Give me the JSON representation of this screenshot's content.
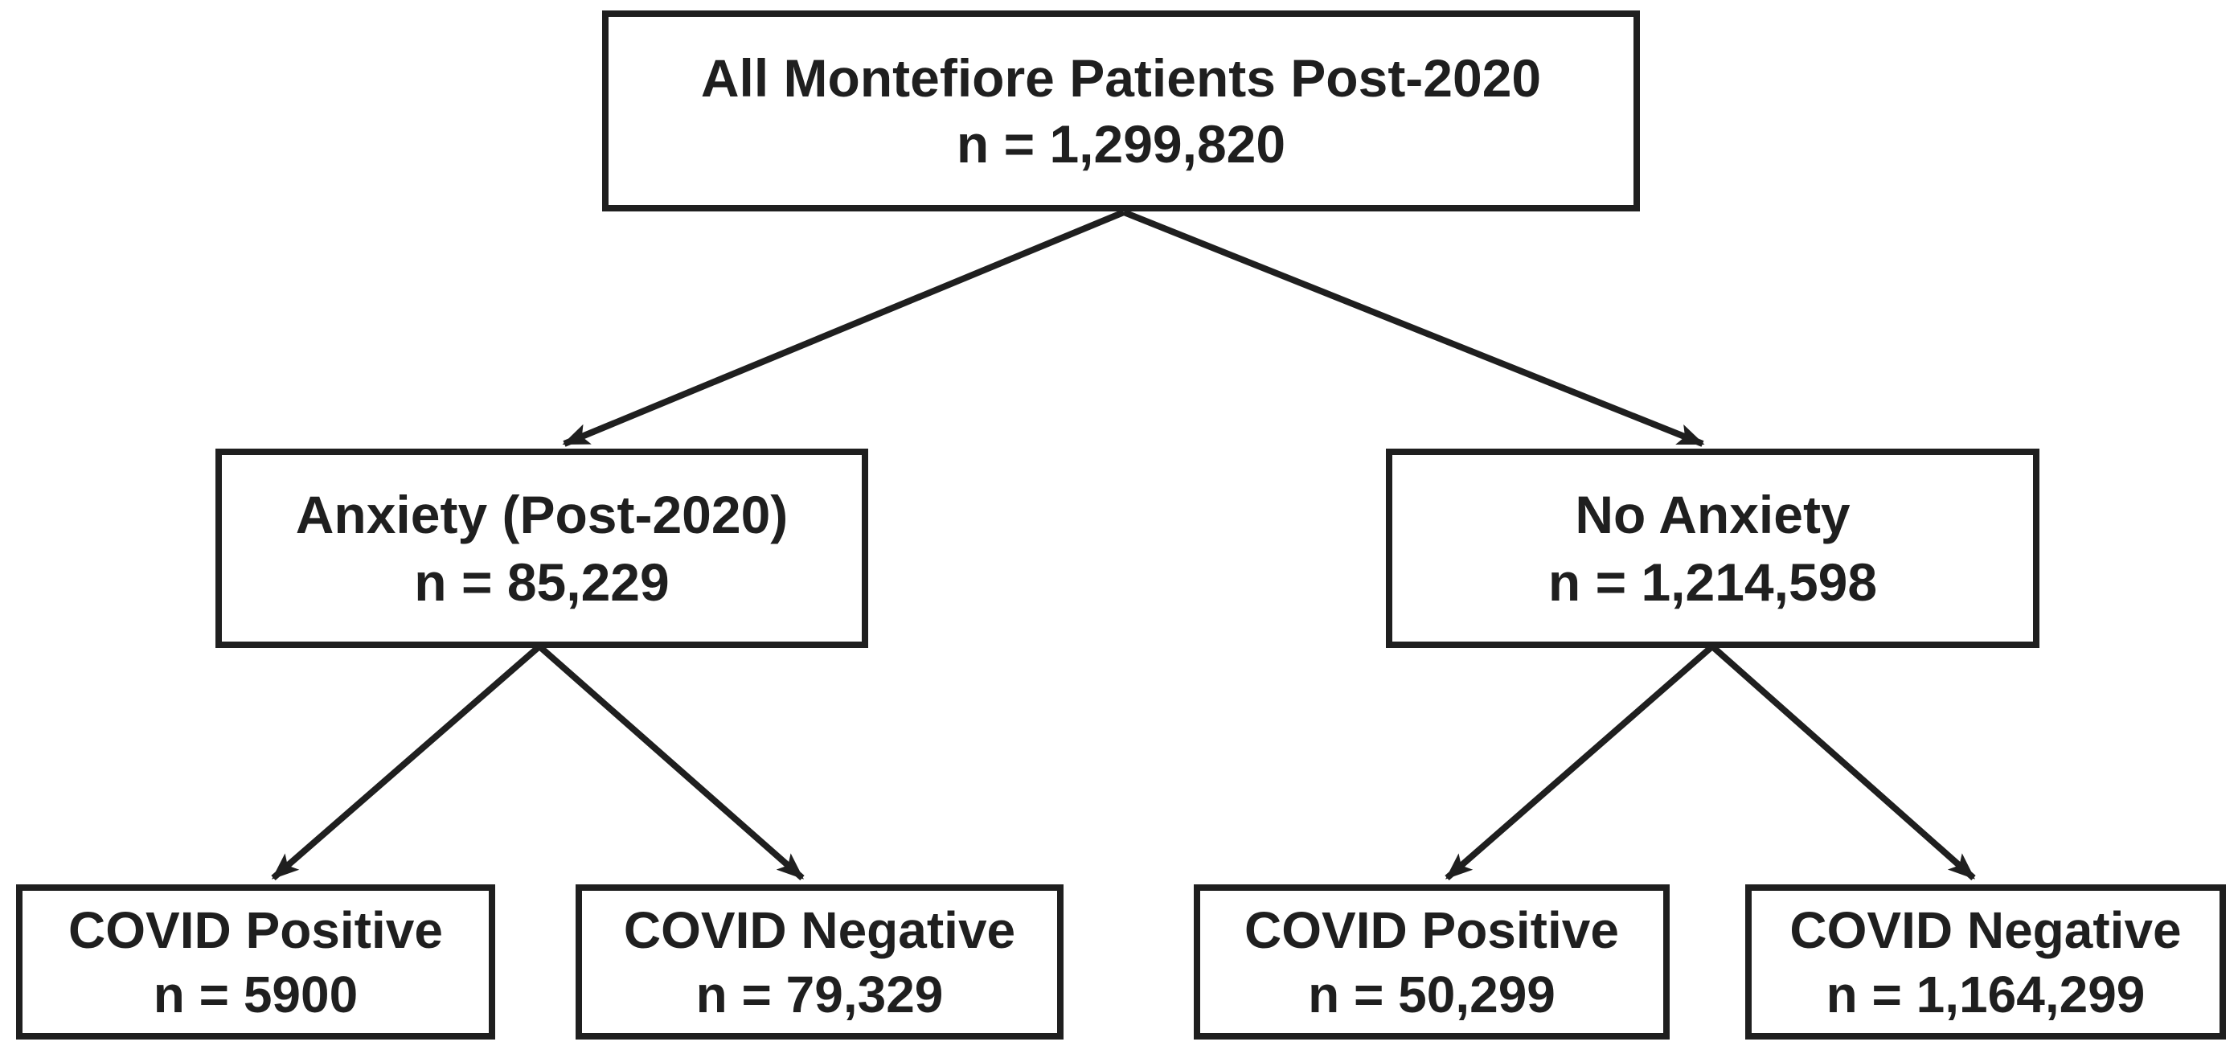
{
  "diagram": {
    "type": "flowchart",
    "background_color": "#ffffff",
    "stroke_color": "#1f1f1f",
    "text_color": "#1f1f1f",
    "nodes": {
      "root": {
        "line1": "All Montefiore Patients Post-2020",
        "line2": "n = 1,299,820"
      },
      "anxiety": {
        "line1": "Anxiety (Post-2020)",
        "line2": "n = 85,229"
      },
      "no_anxiety": {
        "line1": "No Anxiety",
        "line2": "n = 1,214,598"
      },
      "anxiety_covid_positive": {
        "line1": "COVID Positive",
        "line2": "n = 5900"
      },
      "anxiety_covid_negative": {
        "line1": "COVID Negative",
        "line2": "n = 79,329"
      },
      "no_anxiety_covid_positive": {
        "line1": "COVID Positive",
        "line2": "n = 50,299"
      },
      "no_anxiety_covid_negative": {
        "line1": "COVID Negative",
        "line2": "n = 1,164,299"
      }
    },
    "edges": [
      {
        "from": "root",
        "to": "anxiety"
      },
      {
        "from": "root",
        "to": "no_anxiety"
      },
      {
        "from": "anxiety",
        "to": "anxiety_covid_positive"
      },
      {
        "from": "anxiety",
        "to": "anxiety_covid_negative"
      },
      {
        "from": "no_anxiety",
        "to": "no_anxiety_covid_positive"
      },
      {
        "from": "no_anxiety",
        "to": "no_anxiety_covid_negative"
      }
    ]
  }
}
